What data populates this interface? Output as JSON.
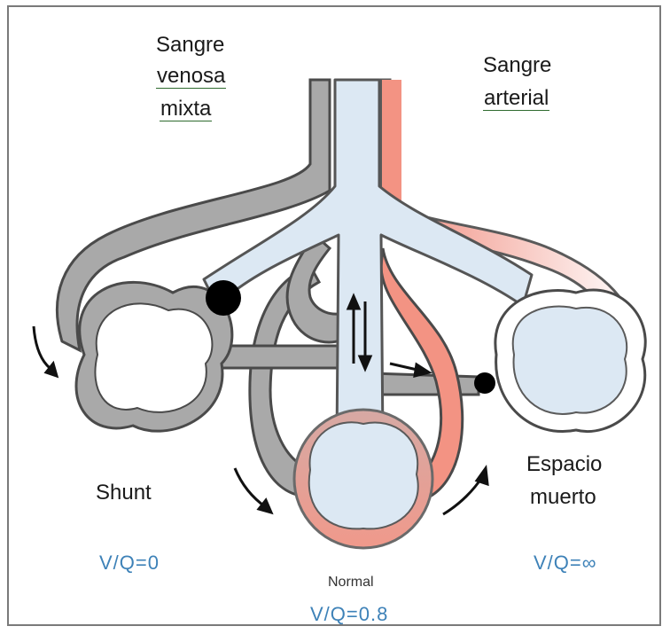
{
  "labels": {
    "venous_line1": "Sangre",
    "venous_line2": "venosa",
    "venous_line3": "mixta",
    "arterial_line1": "Sangre",
    "arterial_line2": "arterial",
    "shunt": "Shunt",
    "shunt_ratio": "V/Q=0",
    "normal": "Normal",
    "normal_ratio": "V/Q=0.8",
    "dead_space_line1": "Espacio",
    "dead_space_line2": "muerto",
    "dead_space_ratio": "V/Q=∞"
  },
  "colors": {
    "vessel_gray": "#a9a9a9",
    "vessel_outline": "#4a4a4a",
    "airway_blue": "#dce8f3",
    "arterial_red": "#f28a7c",
    "vq_text": "#3e82b8"
  }
}
